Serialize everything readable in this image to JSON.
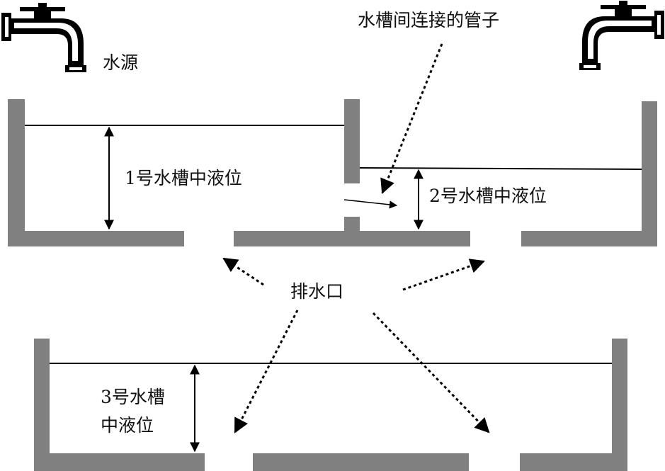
{
  "labels": {
    "water_source": "水源",
    "connecting_pipe": "水槽间连接的管子",
    "tank1_level": "1号水槽中液位",
    "tank2_level": "2号水槽中液位",
    "tank3_level_line1": "3号水槽",
    "tank3_level_line2": "中液位",
    "drain": "排水口"
  },
  "colors": {
    "wall": "#808080",
    "line": "#000000",
    "faucet": "#000000"
  },
  "icons": [
    "faucet-icon",
    "faucet-icon"
  ]
}
